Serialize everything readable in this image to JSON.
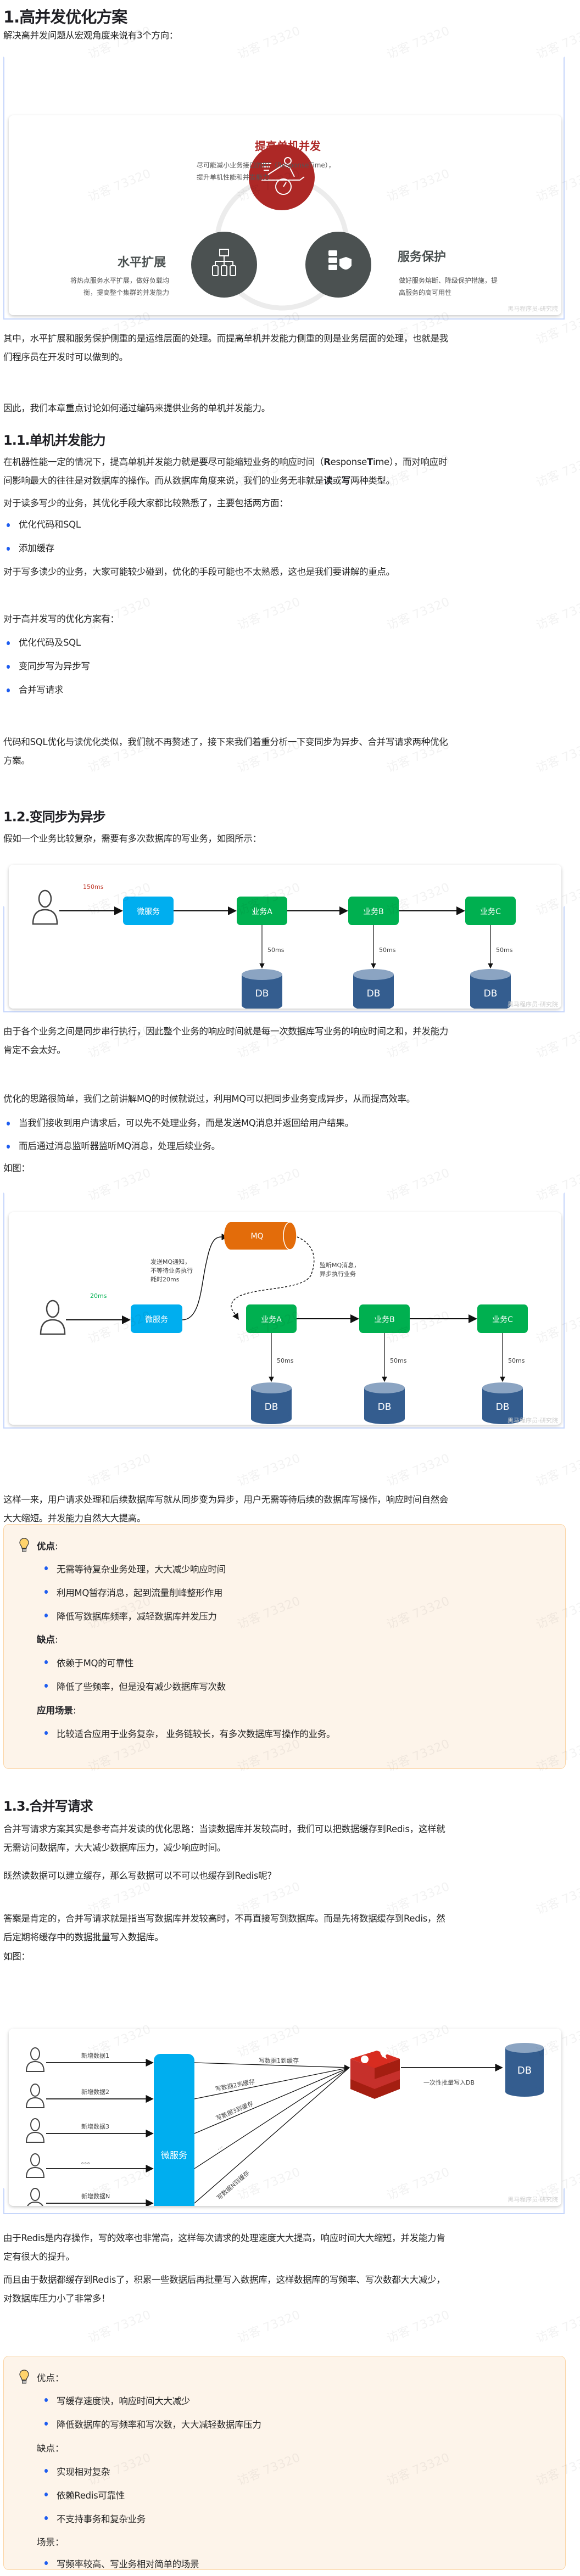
{
  "title": "1.高并发优化方案",
  "intro": "解决高并发问题从宏观角度来说有3个方向：",
  "diagram1": {
    "top": {
      "title": "提高单机并发",
      "desc_line1": "尽可能减小业务接口的RT（ResponseTime），",
      "desc_line2": "提升单机性能和并发能力"
    },
    "left": {
      "title": "水平扩展",
      "desc_line1": "将热点服务水平扩展，做好负载均",
      "desc_line2": "衡，提高整个集群的并发能力"
    },
    "right": {
      "title": "服务保护",
      "desc_line1": "做好服务熔断、降级保护措施，提",
      "desc_line2": "高服务的高可用性"
    },
    "brand": "黑马程序员-研究院",
    "colors": {
      "red": "#ad2826",
      "gray": "#4b5151"
    }
  },
  "para1_line1": "其中，水平扩展和服务保护侧重的是运维层面的处理。而提高单机并发能力侧重的则是业务层面的处理，也就是我",
  "para1_line2": "们程序员在开发时可以做到的。",
  "para2": "因此，我们本章重点讨论如何通过编码来提供业务的单机并发能力。",
  "s11": {
    "title": "1.1.单机并发能力",
    "p1_line1_a": "在机器性能一定的情况下，提高单机并发能力就是要尽可能缩短业务的响应时间（",
    "p1_line1_R": "R",
    "p1_line1_esponse": "esponse",
    "p1_line1_T": "T",
    "p1_line1_ime": "ime），而对响应时",
    "p1_line2_a": "间影响最大的往往是对数据库的操作。而从数据库角度来说，我们的业务无非就是",
    "p1_line2_read": "读",
    "p1_line2_or": "或",
    "p1_line2_write": "写",
    "p1_line2_b": "两种类型。",
    "p2": "对于读多写少的业务，其优化手段大家都比较熟悉了，主要包括两方面：",
    "list1": [
      "优化代码和SQL",
      "添加缓存"
    ],
    "p3": "对于写多读少的业务，大家可能较少碰到，优化的手段可能也不太熟悉，这也是我们要讲解的重点。",
    "p4": "对于高并发写的优化方案有：",
    "list2": [
      "优化代码及SQL",
      "变同步写为异步写",
      "合并写请求"
    ],
    "p5_line1": "代码和SQL优化与读优化类似，我们就不再赘述了，接下来我们着重分析一下变同步为异步、合并写请求两种优化",
    "p5_line2": "方案。"
  },
  "s12": {
    "title": "1.2.变同步为异步",
    "p1": "假如一个业务比较复杂，需要有多次数据库的写业务，如图所示：",
    "diagram2": {
      "total_time": "150ms",
      "microservice": "微服务",
      "services": [
        "业务A",
        "业务B",
        "业务C"
      ],
      "db_time": "50ms",
      "db": "DB",
      "brand": "黑马程序员-研究院"
    },
    "p2_line1": "由于各个业务之间是同步串行执行，因此整个业务的响应时间就是每一次数据库写业务的响应时间之和，并发能力",
    "p2_line2": "肯定不会太好。",
    "p3": "优化的思路很简单，我们之前讲解MQ的时候就说过，利用MQ可以把同步业务变成异步，从而提高效率。",
    "list": [
      "当我们接收到用户请求后，可以先不处理业务，而是发送MQ消息并返回给用户结果。",
      "而后通过消息监听器监听MQ消息，处理后续业务。"
    ],
    "p4": "如图：",
    "diagram3": {
      "total_time": "20ms",
      "microservice": "微服务",
      "mq": "MQ",
      "send_note": [
        "发送MQ通知，",
        "不等待业务执行",
        "耗时20ms"
      ],
      "listen_note": [
        "监听MQ消息，",
        "异步执行业务"
      ],
      "services": [
        "业务A",
        "业务B",
        "业务C"
      ],
      "db_time": "50ms",
      "db": "DB",
      "brand": "黑马程序员-研究院"
    },
    "p5_line1": "这样一来，用户请求处理和后续数据库写就从同步变为异步，用户无需等待后续的数据库写操作，响应时间自然会",
    "p5_line2": "大大缩短。并发能力自然大大提高。",
    "callout": {
      "pros_label": "优点",
      "pros": [
        "无需等待复杂业务处理，大大减少响应时间",
        "利用MQ暂存消息，起到流量削峰整形作用",
        "降低写数据库频率，减轻数据库并发压力"
      ],
      "cons_label": "缺点",
      "cons": [
        "依赖于MQ的可靠性",
        "降低了些频率，但是没有减少数据库写次数"
      ],
      "scene_label": "应用场景",
      "scenes": [
        "比较适合应用于业务复杂， 业务链较长，有多次数据库写操作的业务。"
      ]
    }
  },
  "s13": {
    "title": "1.3.合并写请求",
    "p1_line1": "合并写请求方案其实是参考高并发读的优化思路：当读数据库并发较高时，我们可以把数据缓存到Redis，这样就",
    "p1_line2": "无需访问数据库，大大减少数据库压力，减少响应时间。",
    "p2": "既然读数据可以建立缓存，那么写数据可以不可以也缓存到Redis呢？",
    "p3_line1": "答案是肯定的，合并写请求就是指当写数据库并发较高时，不再直接写到数据库。而是先将数据缓存到Redis，然",
    "p3_line2": "后定期将缓存中的数据批量写入数据库。",
    "p4": "如图：",
    "diagram4": {
      "users": [
        "新增数据1",
        "新增数据2",
        "新增数据3",
        "。。。",
        "新增数据N"
      ],
      "microservice": "微服务",
      "writes": [
        "写数据1到缓存",
        "写数据2到缓存",
        "写数据3到缓存",
        "...",
        "写数据N到缓存"
      ],
      "batch": "一次性批量写入DB",
      "db": "DB",
      "brand": "黑马程序员-研究院"
    },
    "p5_line1": "由于Redis是内存操作，写的效率也非常高，这样每次请求的处理速度大大提高，响应时间大大缩短，并发能力肯",
    "p5_line2": "定有很大的提升。",
    "p6_line1": "而且由于数据都缓存到Redis了，积累一些数据后再批量写入数据库，这样数据库的写频率、写次数都大大减少，",
    "p6_line2": "对数据库压力小了非常多！",
    "callout": {
      "pros_label": "优点：",
      "pros": [
        "写缓存速度快，响应时间大大减少",
        "降低数据库的写频率和写次数，大大减轻数据库压力"
      ],
      "cons_label": "缺点：",
      "cons": [
        "实现相对复杂",
        "依赖Redis可靠性",
        "不支持事务和复杂业务"
      ],
      "scene_label": "场景：",
      "scenes": [
        "写频率较高、写业务相对简单的场景"
      ]
    }
  },
  "watermark_text": "访客 73320",
  "colors": {
    "accent_bullet": "#1d5cf0",
    "callout_bg": "#fdf4ea",
    "callout_border": "#fbd5a6",
    "micro_blue": "#00aeef",
    "biz_green": "#00b050",
    "db_blue": "#345d8f",
    "mq_orange": "#e36c0a",
    "redis_red": "#d82c20"
  }
}
